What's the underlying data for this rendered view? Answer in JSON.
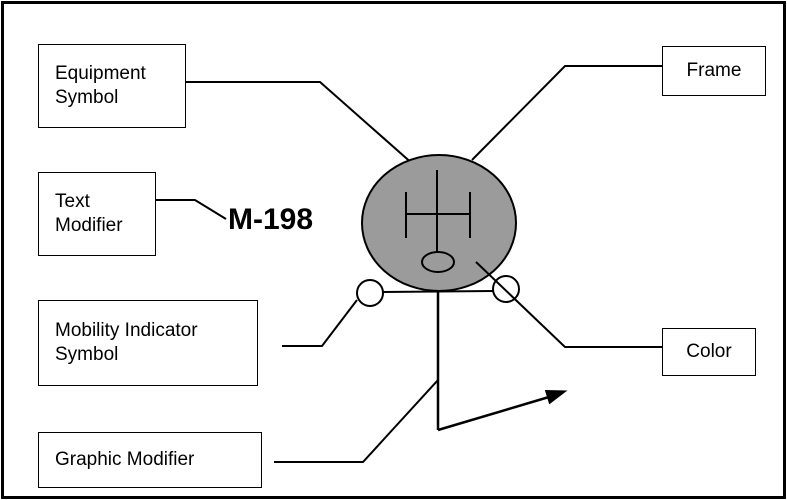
{
  "labels": {
    "equipment_symbol": [
      "Equipment",
      "Symbol"
    ],
    "frame": "Frame",
    "text_modifier": [
      "Text",
      "Modifier"
    ],
    "mobility_indicator_symbol": [
      "Mobility Indicator",
      "Symbol"
    ],
    "color": "Color",
    "graphic_modifier": "Graphic Modifier"
  },
  "text_modifier_value": "M-198",
  "colors": {
    "frame_fill": "#9b9b9b",
    "stroke": "#000000",
    "background": "#ffffff"
  }
}
